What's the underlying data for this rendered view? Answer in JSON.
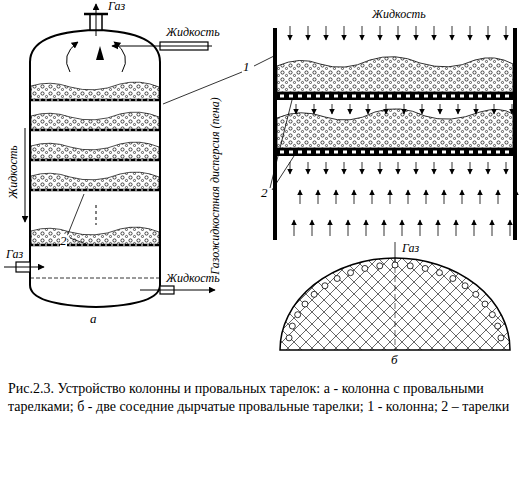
{
  "diagram": {
    "caption": "Рис.2.3. Устройство колонны и провальных тарелок: а - колонна с провальными тарелками; б - две соседние дырчатые провальные тарелки; 1 - колонна; 2 – тарелки",
    "labels": [
      "Газ",
      "Жидкость",
      "Жидкость",
      "Газожидкостная дисперсия (пена)",
      "1",
      "2",
      "Газ",
      "Жидкость",
      "а",
      "Жидкость",
      "2",
      "Газ",
      "б"
    ]
  }
}
